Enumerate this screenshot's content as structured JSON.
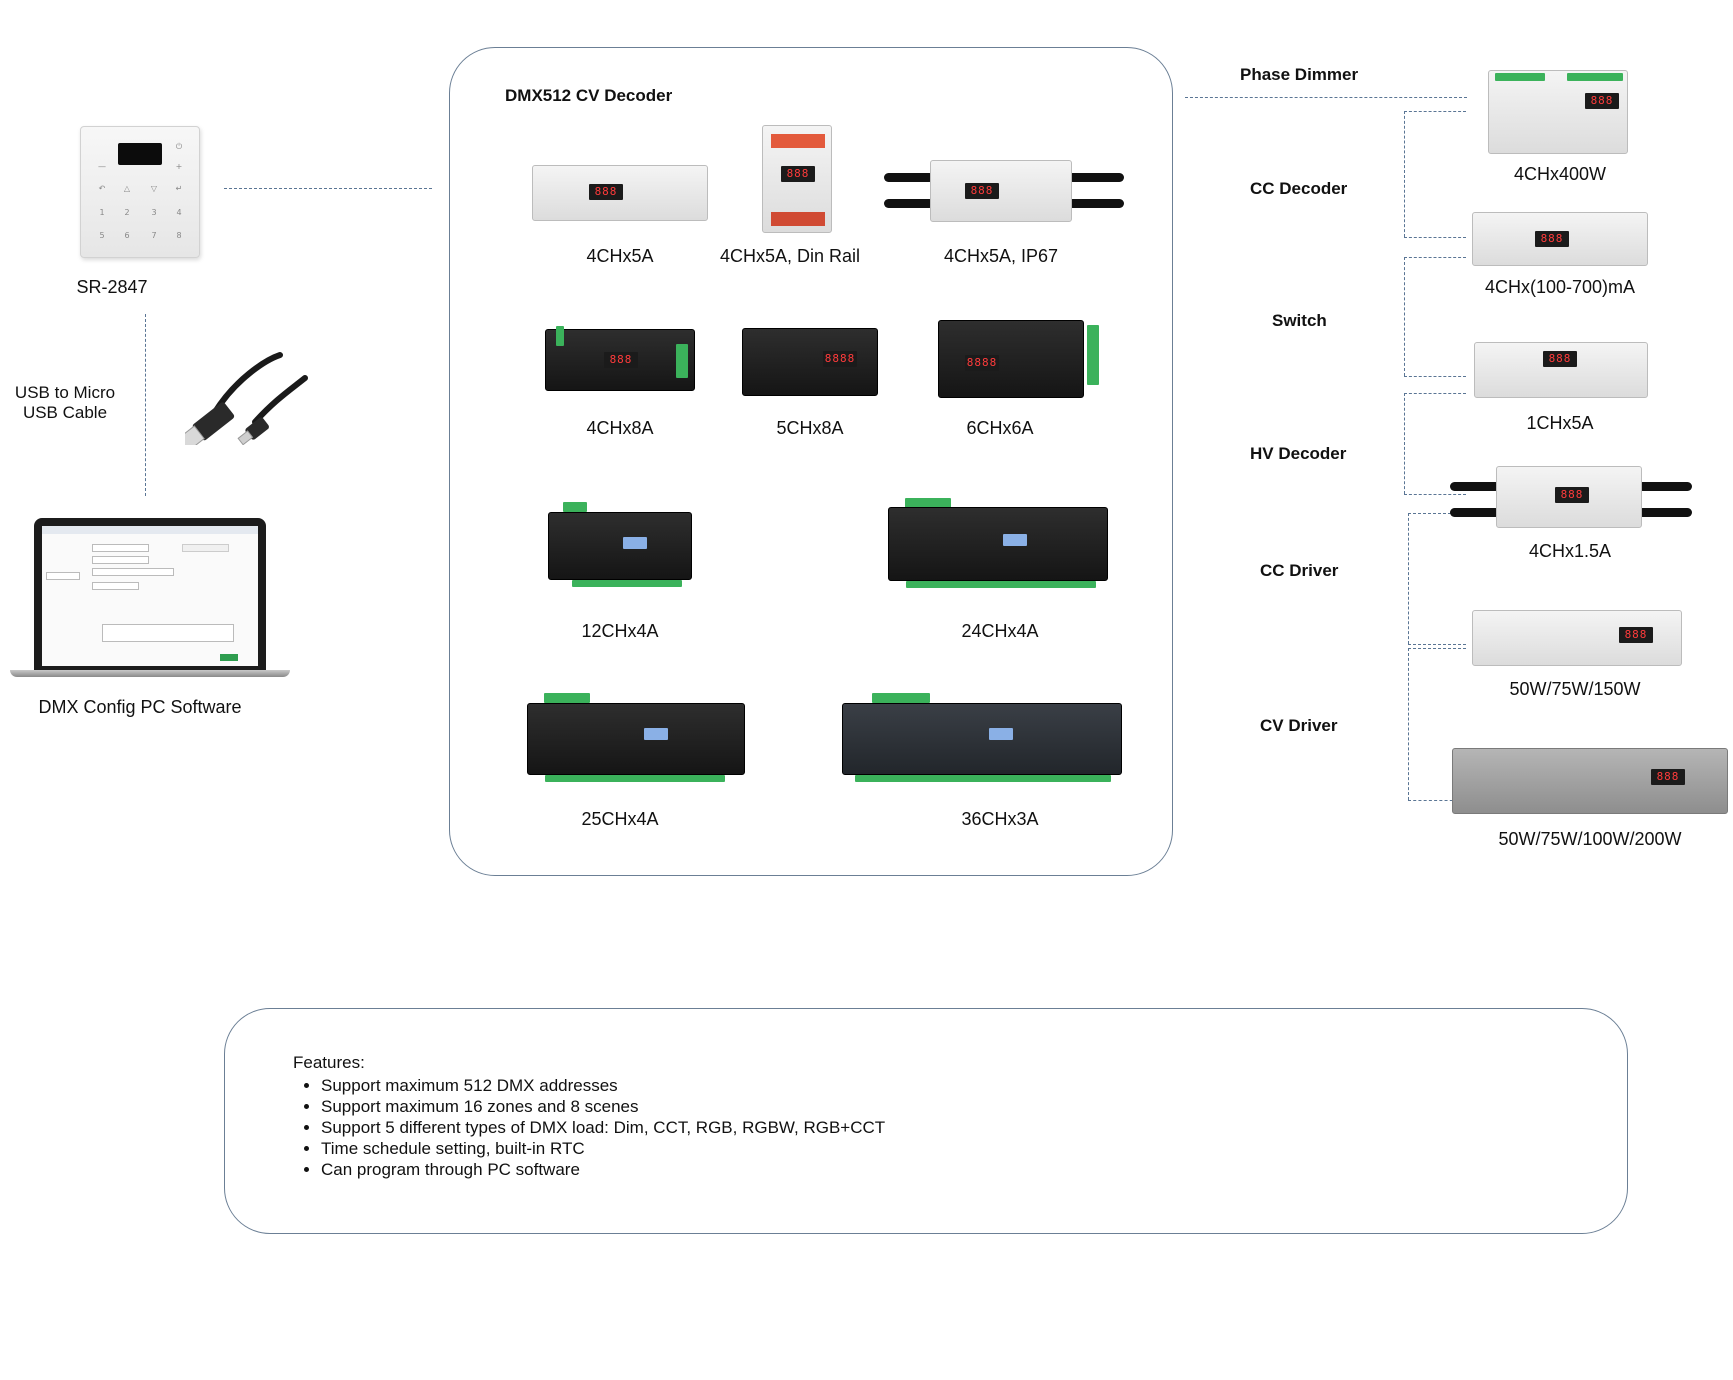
{
  "controller": {
    "name": "SR-2847"
  },
  "cable": {
    "label": "USB to Micro USB Cable",
    "line1": "USB to Micro",
    "line2": "USB Cable"
  },
  "software": {
    "label": "DMX Config PC Software"
  },
  "decoder_panel": {
    "title": "DMX512 CV Decoder",
    "items": [
      {
        "label": "4CHx5A"
      },
      {
        "label": "4CHx5A, Din Rail"
      },
      {
        "label": "4CHx5A, IP67"
      },
      {
        "label": "4CHx8A"
      },
      {
        "label": "5CHx8A"
      },
      {
        "label": "6CHx6A"
      },
      {
        "label": "12CHx4A"
      },
      {
        "label": "24CHx4A"
      },
      {
        "label": "25CHx4A"
      },
      {
        "label": "36CHx3A"
      }
    ]
  },
  "categories": [
    {
      "label": "Phase Dimmer"
    },
    {
      "label": "CC Decoder"
    },
    {
      "label": "Switch"
    },
    {
      "label": "HV Decoder"
    },
    {
      "label": "CC Driver"
    },
    {
      "label": "CV Driver"
    }
  ],
  "right_devices": [
    {
      "label": "4CHx400W"
    },
    {
      "label": "4CHx(100-700)mA"
    },
    {
      "label": "1CHx5A"
    },
    {
      "label": "4CHx1.5A"
    },
    {
      "label": "50W/75W/150W"
    },
    {
      "label": "50W/75W/100W/200W"
    }
  ],
  "features": {
    "heading": "Features:",
    "items": [
      "Support maximum 512 DMX addresses",
      "Support maximum 16 zones and 8 scenes",
      "Support 5 different types of DMX load: Dim, CCT, RGB, RGBW, RGB+CCT",
      "Time schedule setting, built-in RTC",
      "Can program through PC software"
    ]
  },
  "colors": {
    "line": "#5a7594",
    "panel_border": "#6b7f95",
    "terminal": "#3bb25b",
    "display": "#ff3b3b"
  },
  "display_text": "888"
}
